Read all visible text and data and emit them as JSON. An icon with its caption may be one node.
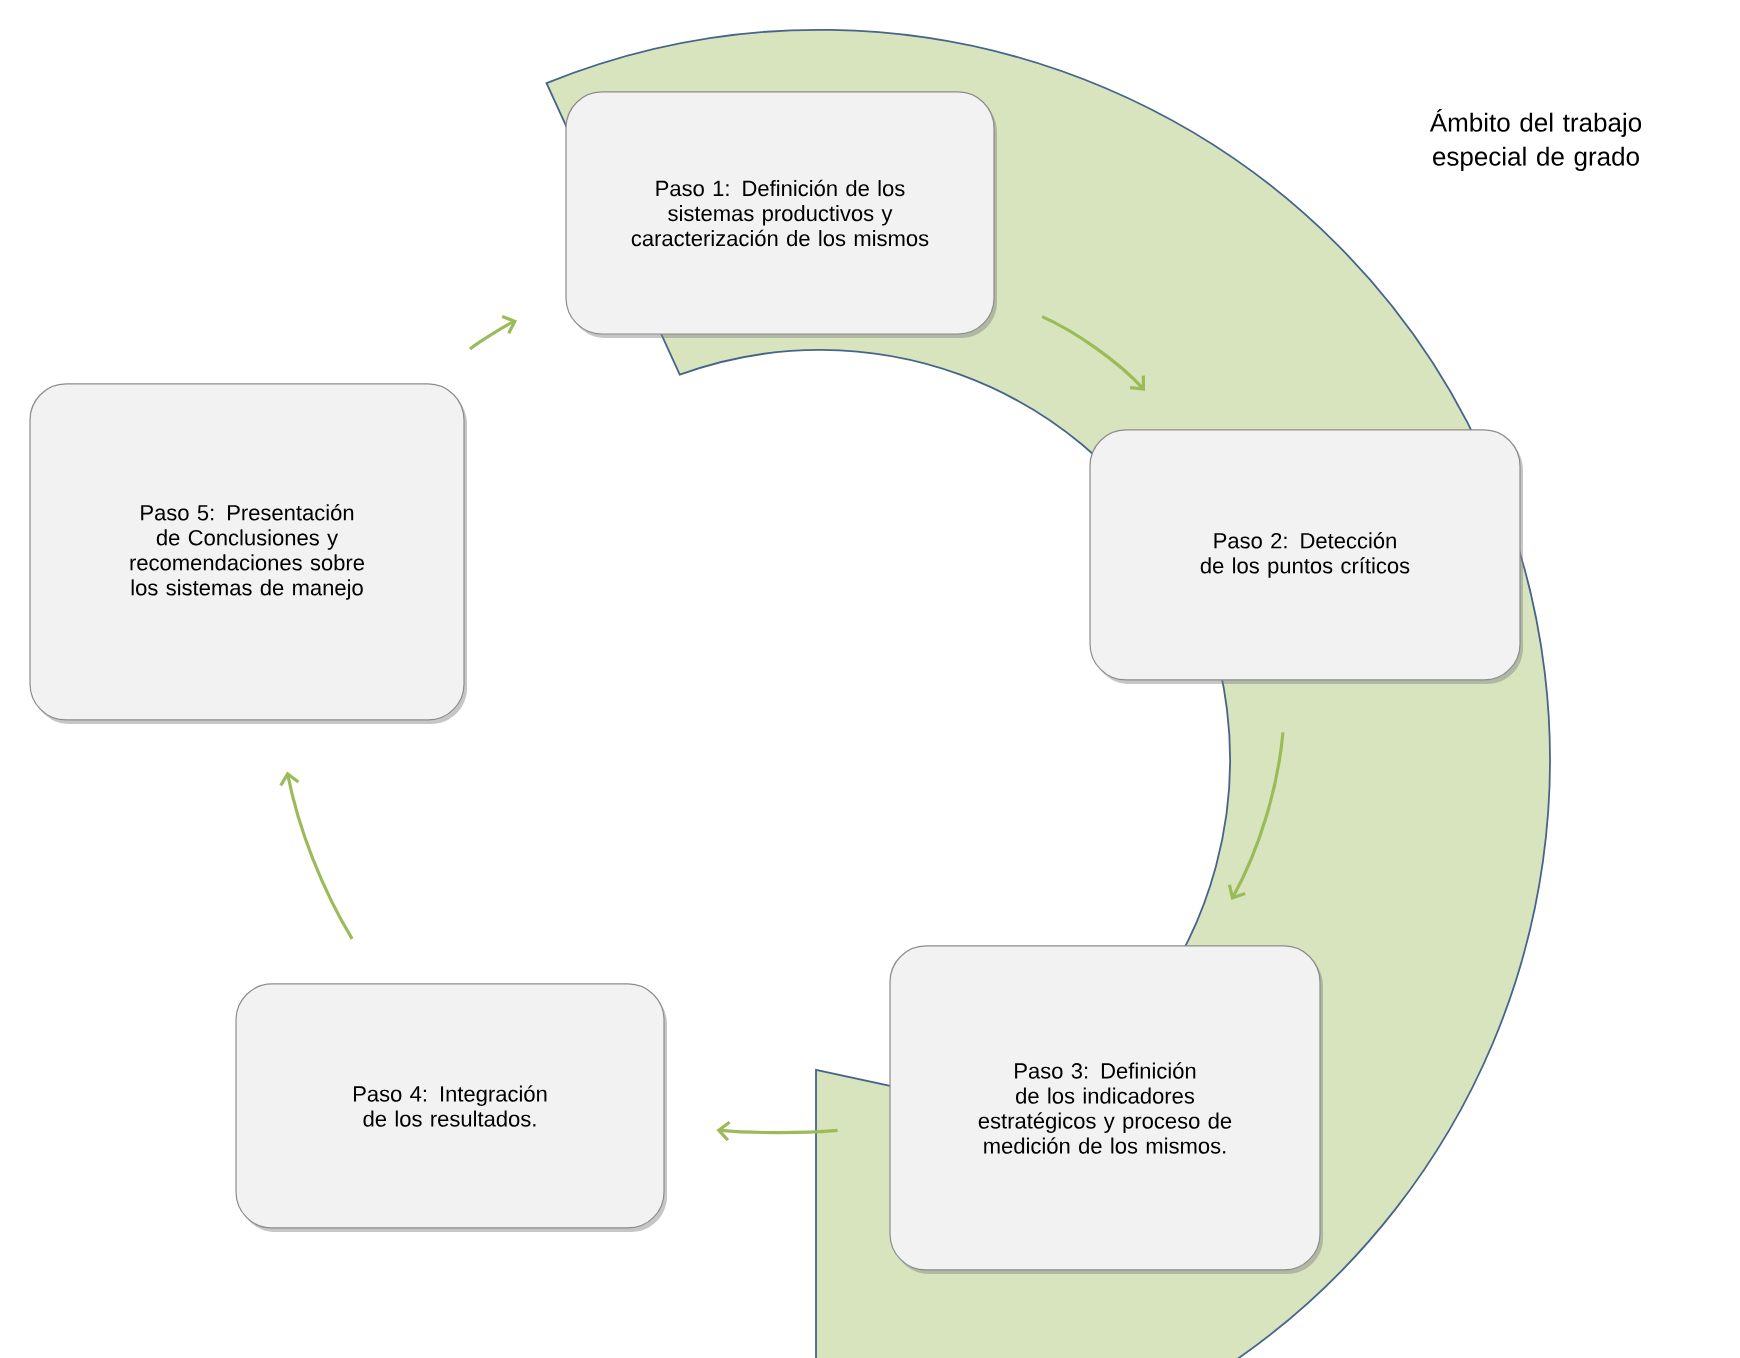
{
  "diagram": {
    "nodes": [
      {
        "text": [
          "Paso 1: Definición de los sistemas productivos y caracterización de los mismos"
        ]
      },
      {
        "text": [
          "Paso 2: Detección de los puntos críticos"
        ]
      },
      {
        "text": [
          "Paso 3: Definición de los indicadores estratégicos y proceso de medición de los mismos."
        ]
      },
      {
        "text": [
          "Paso 4: Integración de los resultados."
        ]
      },
      {
        "text": [
          "Paso 5: Presentación de Conclusiones y recomendaciones sobre los sistemas de manejo"
        ]
      }
    ],
    "edges": [
      {
        "from": 0,
        "to": 1,
        "arrow": "to"
      },
      {
        "from": 1,
        "to": 2,
        "arrow": "to"
      },
      {
        "from": 2,
        "to": 3,
        "arrow": "to"
      },
      {
        "from": 3,
        "to": 4,
        "arrow": "to"
      },
      {
        "from": 4,
        "to": 0,
        "arrow": "to"
      }
    ],
    "labels": [
      "Ámbito del trabajo especial de grado"
    ]
  }
}
